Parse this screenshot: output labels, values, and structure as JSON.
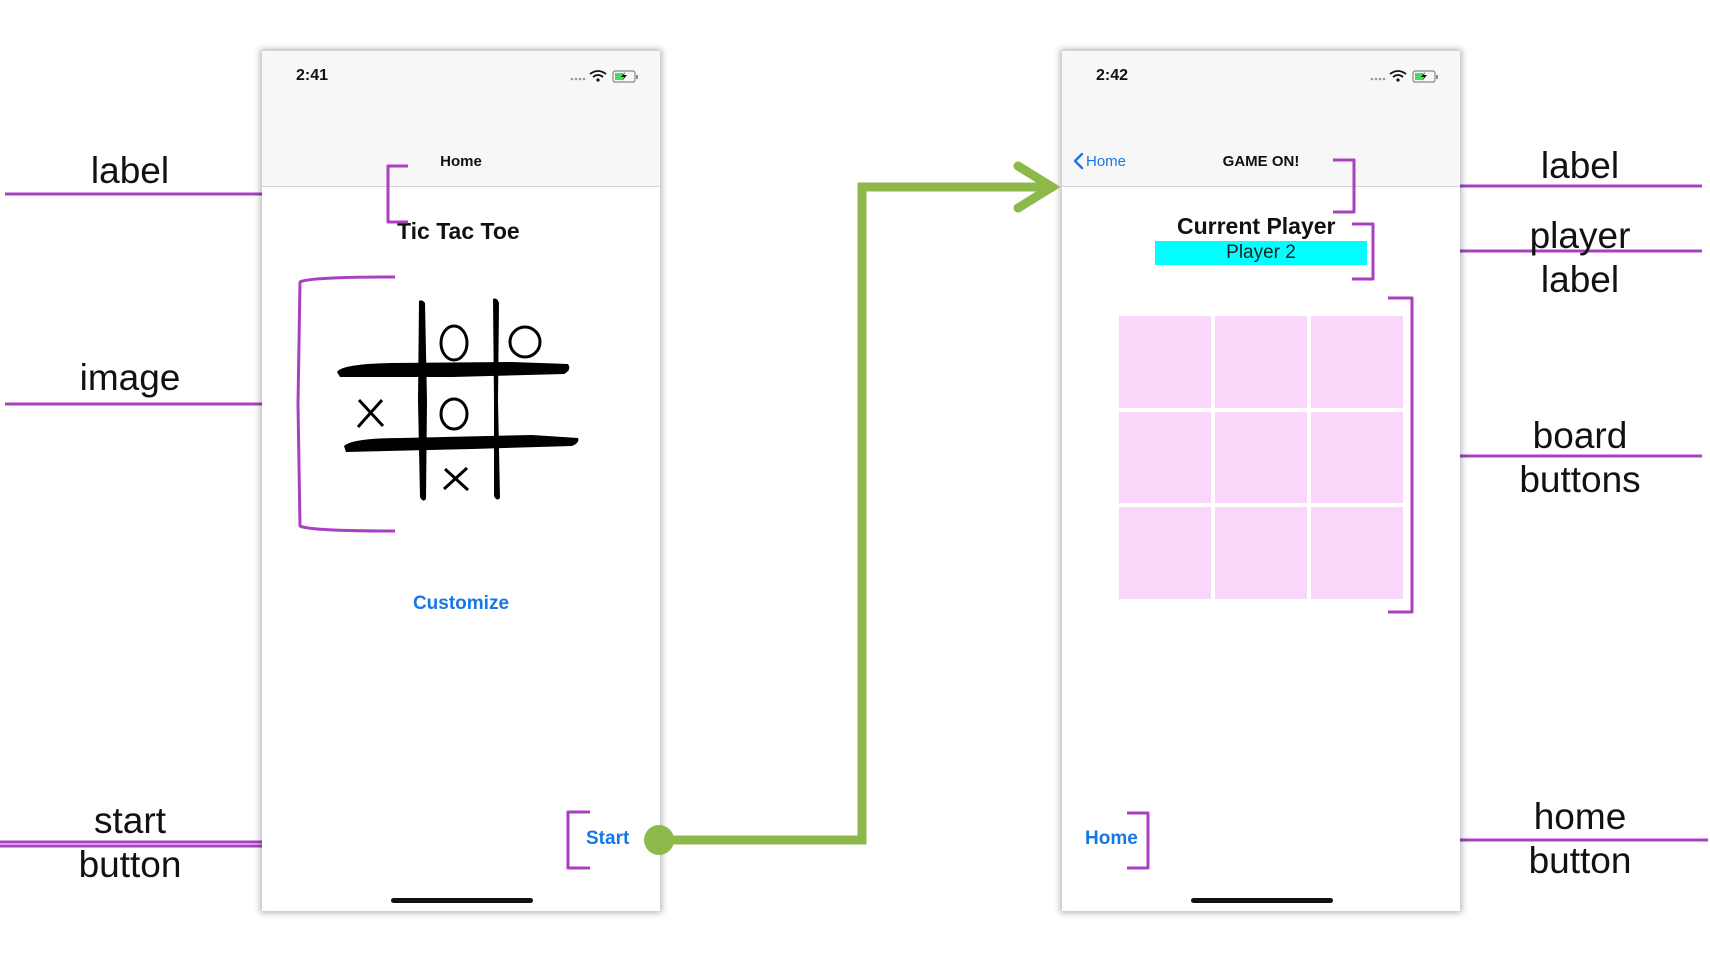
{
  "screens": [
    {
      "time": "2:41",
      "nav_title": "Home",
      "title_label": "Tic Tac Toe",
      "customize_label": "Customize",
      "start_label": "Start"
    },
    {
      "time": "2:42",
      "back_label": "Home",
      "nav_title": "GAME ON!",
      "current_player_label": "Current Player",
      "player_value": "Player 2",
      "board_cells": [
        "",
        "",
        "",
        "",
        "",
        "",
        "",
        "",
        ""
      ],
      "home_label": "Home"
    }
  ],
  "image_board": {
    "marks": [
      "",
      "O",
      "O",
      "X",
      "O",
      "",
      "",
      "X",
      ""
    ]
  },
  "callouts": {
    "left_label": "label",
    "left_image": "image",
    "left_start_line1": "start",
    "left_start_line2": "button",
    "right_label": "label",
    "right_player_line1": "player",
    "right_player_line2": "label",
    "right_board_line1": "board",
    "right_board_line2": "buttons",
    "right_home_line1": "home",
    "right_home_line2": "button"
  },
  "colors": {
    "annotation": "#a940c2",
    "flow_arrow": "#8db84a",
    "link_blue": "#1677e8",
    "player_bg": "#00ffff",
    "board_cell": "#f9d7fb"
  }
}
